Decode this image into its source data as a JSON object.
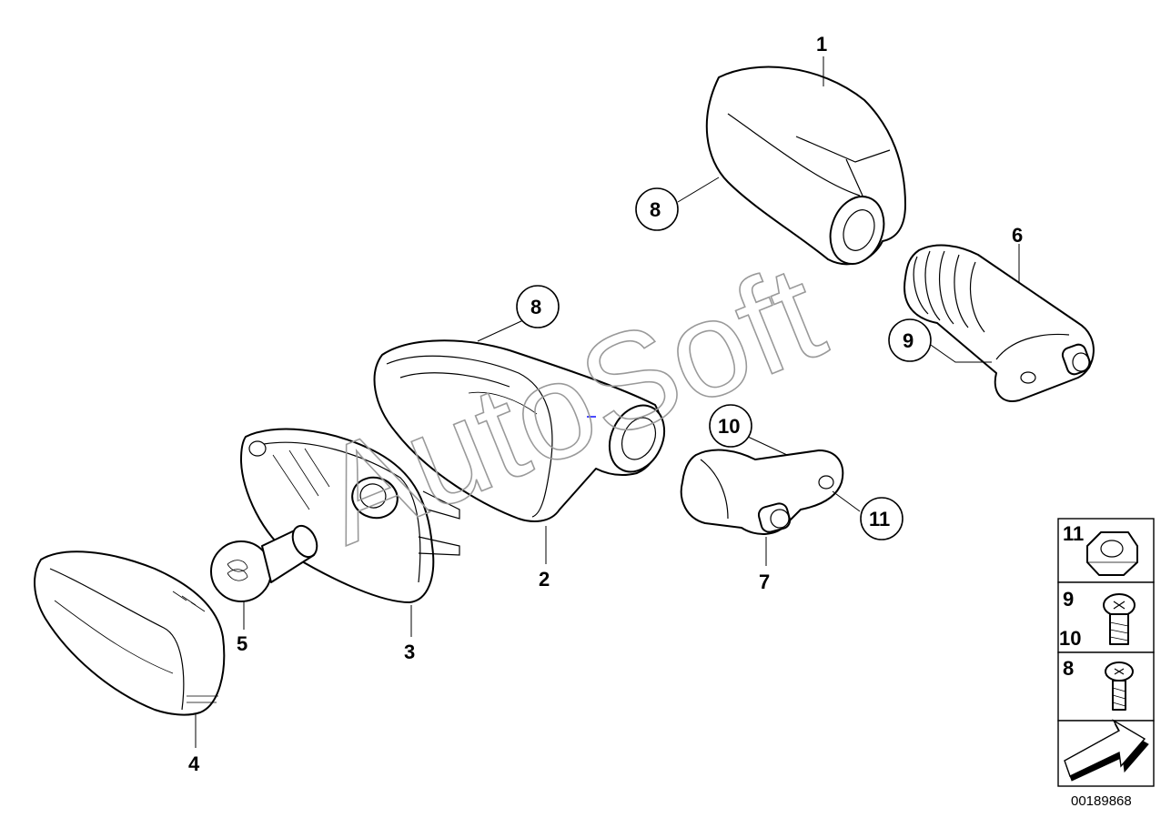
{
  "watermark": "AutoSoft",
  "callouts": {
    "c1": "1",
    "c2": "2",
    "c3": "3",
    "c4": "4",
    "c5": "5",
    "c6": "6",
    "c7": "7",
    "c8a": "8",
    "c8b": "8",
    "c9": "9",
    "c10": "10",
    "c11": "11"
  },
  "legend": {
    "nut_label": "11",
    "screw_labels": [
      "9",
      "10"
    ],
    "screw_small_label": "8"
  },
  "document_number": "00189868"
}
